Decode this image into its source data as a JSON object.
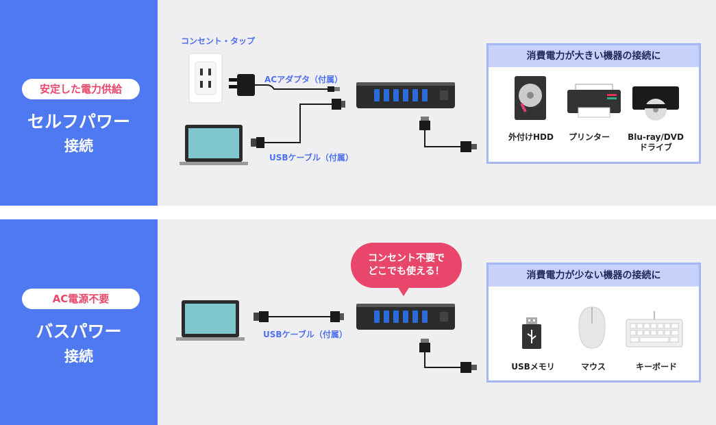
{
  "self_power": {
    "badge": "安定した電力供給",
    "title": "セルフパワー",
    "subtitle": "接続",
    "outlet_label": "コンセント・タップ",
    "adapter_label": "ACアダプタ（付属）",
    "usb_cable_label": "USBケーブル（付属）",
    "box_title": "消費電力が大きい機器の接続に",
    "devices": [
      {
        "label": "外付けHDD",
        "icon": "hdd-icon"
      },
      {
        "label": "プリンター",
        "icon": "printer-icon"
      },
      {
        "label_line1": "Blu-ray/DVD",
        "label_line2": "ドライブ",
        "icon": "optical-drive-icon"
      }
    ]
  },
  "bus_power": {
    "badge": "AC電源不要",
    "title": "バスパワー",
    "subtitle": "接続",
    "bubble_line1": "コンセント不要で",
    "bubble_line2": "どこでも使える！",
    "usb_cable_label": "USBケーブル（付属）",
    "box_title": "消費電力が少ない機器の接続に",
    "devices": [
      {
        "label": "USBメモリ",
        "icon": "usb-memory-icon"
      },
      {
        "label": "マウス",
        "icon": "mouse-icon"
      },
      {
        "label": "キーボード",
        "icon": "keyboard-icon"
      }
    ]
  },
  "colors": {
    "accent_blue": "#4f79f0",
    "badge_red": "#e8476b",
    "box_border": "#a5b6f3"
  }
}
